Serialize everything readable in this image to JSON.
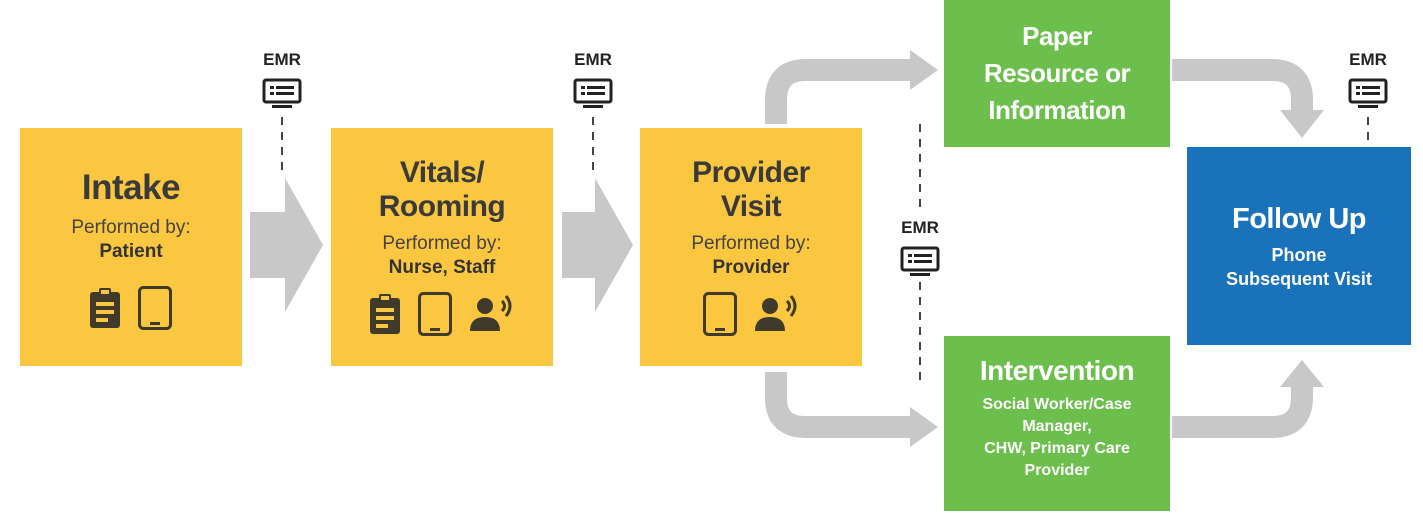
{
  "steps": [
    {
      "title": "Intake",
      "performed_label": "Performed by:",
      "performer": "Patient",
      "icons": [
        "clipboard-icon",
        "tablet-icon"
      ]
    },
    {
      "title_line1": "Vitals/",
      "title_line2": "Rooming",
      "performed_label": "Performed by:",
      "performer": "Nurse, Staff",
      "icons": [
        "clipboard-icon",
        "tablet-icon",
        "speaking-person-icon"
      ]
    },
    {
      "title_line1": "Provider",
      "title_line2": "Visit",
      "performed_label": "Performed by:",
      "performer": "Provider",
      "icons": [
        "tablet-icon",
        "speaking-person-icon"
      ]
    }
  ],
  "paper": {
    "line1": "Paper",
    "line2": "Resource or",
    "line3": "Information"
  },
  "intervention": {
    "title": "Intervention",
    "line1": "Social Worker/Case",
    "line2": "Manager,",
    "line3": "CHW, Primary Care",
    "line4": "Provider"
  },
  "followup": {
    "title": "Follow Up",
    "line1": "Phone",
    "line2": "Subsequent Visit"
  },
  "emr_label": "EMR",
  "colors": {
    "step": "#FBC640",
    "resource": "#6CBF4C",
    "followup": "#1A73BA",
    "arrow": "#C8C8C8",
    "icon": "#3f3a2a"
  }
}
